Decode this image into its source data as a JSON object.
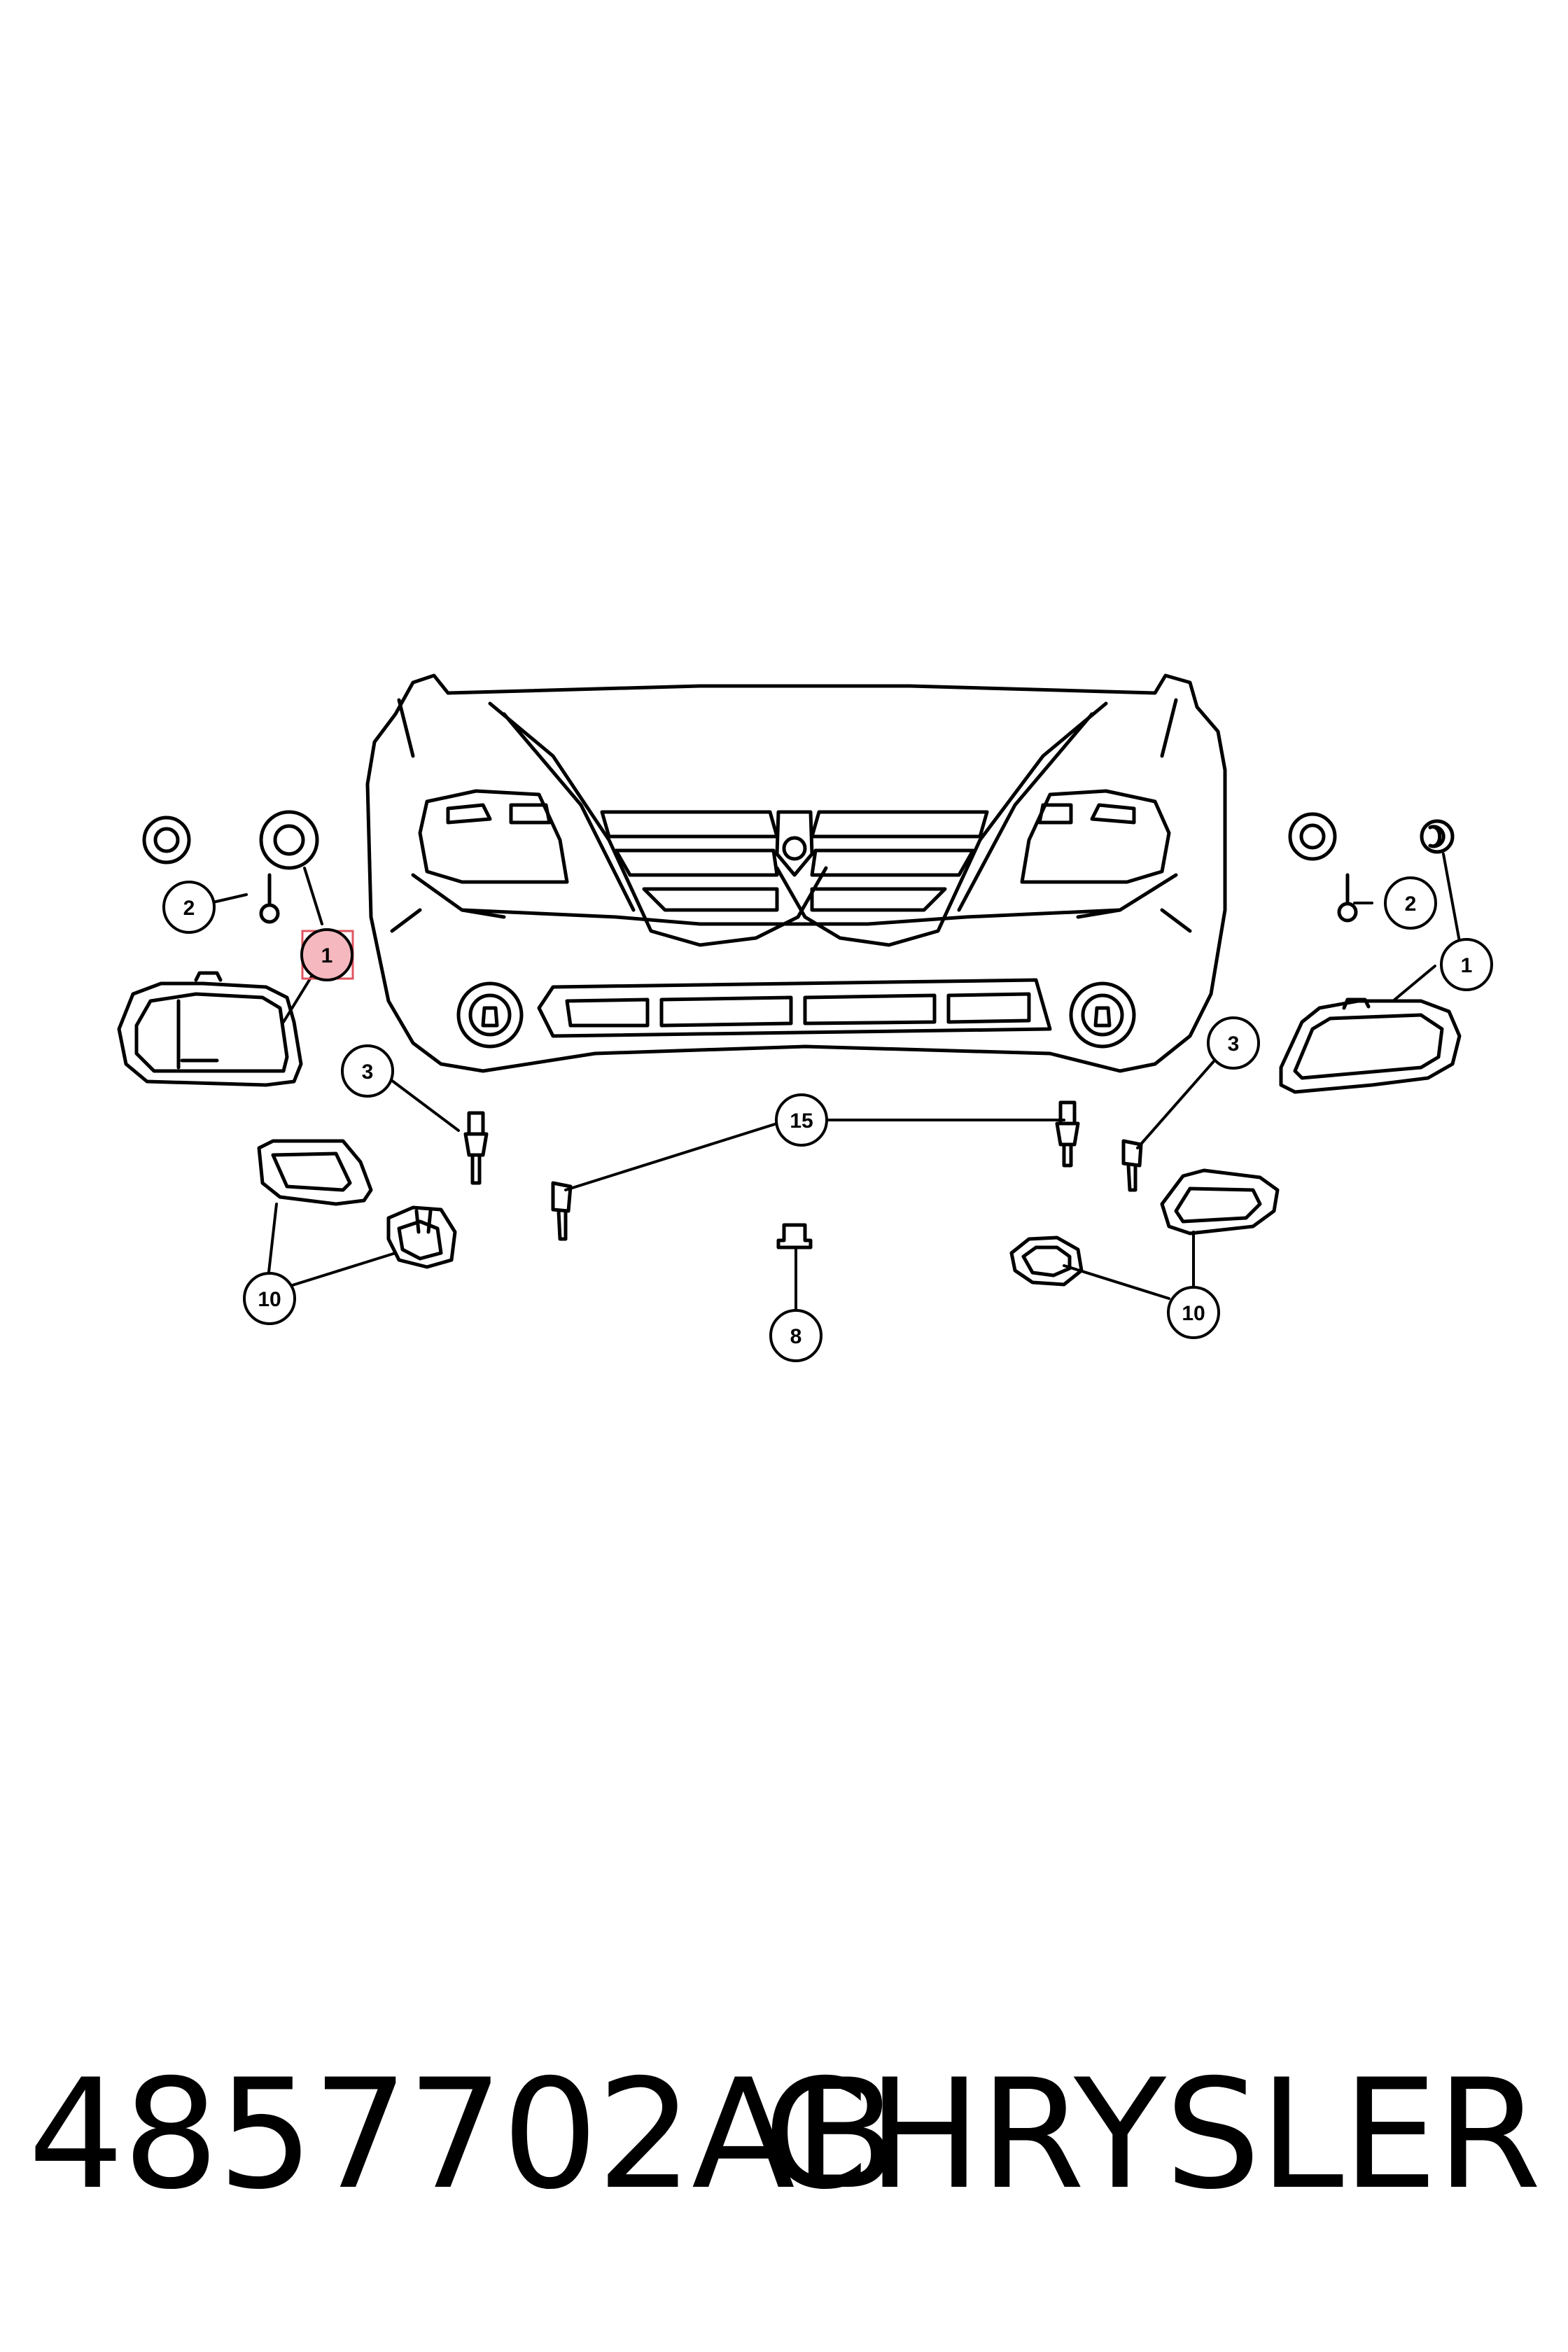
{
  "diagram": {
    "callouts": [
      {
        "id": "1-left",
        "label": "1",
        "highlighted": true
      },
      {
        "id": "1-right",
        "label": "1",
        "highlighted": false
      },
      {
        "id": "2-left",
        "label": "2",
        "highlighted": false
      },
      {
        "id": "2-right",
        "label": "2",
        "highlighted": false
      },
      {
        "id": "3-left",
        "label": "3",
        "highlighted": false
      },
      {
        "id": "3-right",
        "label": "3",
        "highlighted": false
      },
      {
        "id": "15",
        "label": "15",
        "highlighted": false
      },
      {
        "id": "10-left",
        "label": "10",
        "highlighted": false
      },
      {
        "id": "10-right",
        "label": "10",
        "highlighted": false
      },
      {
        "id": "8",
        "label": "8",
        "highlighted": false
      }
    ],
    "highlight_color": "#f2a0a8",
    "line_color": "#000000"
  },
  "caption": {
    "part_number": "4857702AB",
    "make": "CHRYSLER"
  }
}
